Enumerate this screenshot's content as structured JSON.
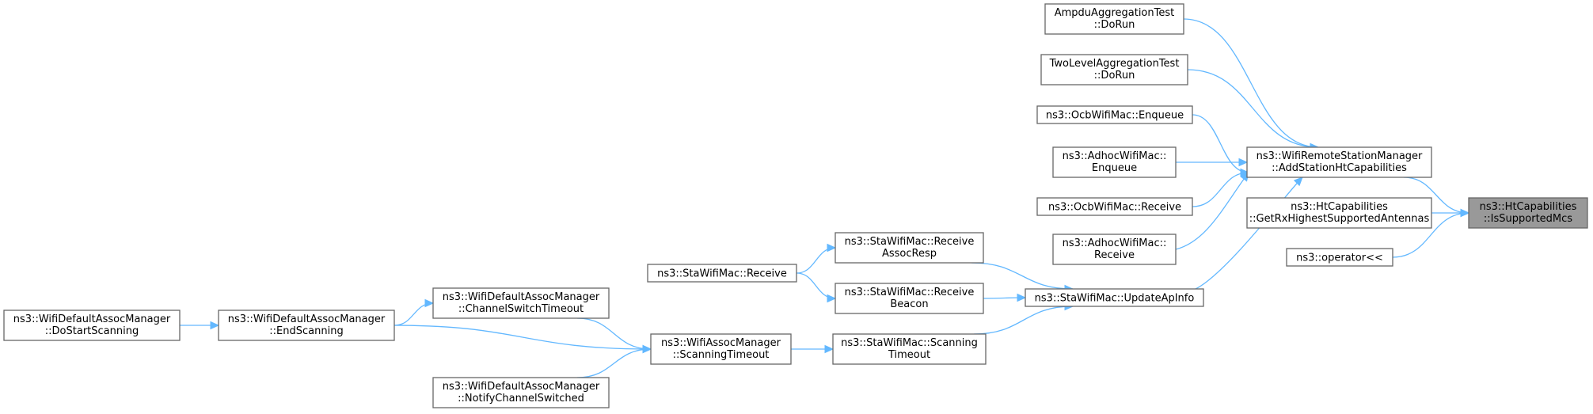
{
  "graph": {
    "nodes": [
      {
        "id": "n0",
        "name": "node-htcapabilities-issupportedmcs",
        "lines": [
          "ns3::HtCapabilities",
          "::IsSupportedMcs"
        ],
        "focus": true
      },
      {
        "id": "n1",
        "name": "node-wifiremotestationmanager-addstationhtcapabilities",
        "lines": [
          "ns3::WifiRemoteStationManager",
          "::AddStationHtCapabilities"
        ]
      },
      {
        "id": "n2",
        "name": "node-htcapabilities-getrxhighestsupportedantennas",
        "lines": [
          "ns3::HtCapabilities",
          "::GetRxHighestSupportedAntennas"
        ]
      },
      {
        "id": "n3",
        "name": "node-operator-shift",
        "lines": [
          "ns3::operator<<"
        ]
      },
      {
        "id": "n4",
        "name": "node-ampduaggregationtest-dorun",
        "lines": [
          "AmpduAggregationTest",
          "::DoRun"
        ]
      },
      {
        "id": "n5",
        "name": "node-twolevelaggregationtest-dorun",
        "lines": [
          "TwoLevelAggregationTest",
          "::DoRun"
        ]
      },
      {
        "id": "n6",
        "name": "node-ocbwifimac-enqueue",
        "lines": [
          "ns3::OcbWifiMac::Enqueue"
        ]
      },
      {
        "id": "n7",
        "name": "node-adhocwifimac-enqueue",
        "lines": [
          "ns3::AdhocWifiMac::",
          "Enqueue"
        ]
      },
      {
        "id": "n8",
        "name": "node-ocbwifimac-receive",
        "lines": [
          "ns3::OcbWifiMac::Receive"
        ]
      },
      {
        "id": "n9",
        "name": "node-adhocwifimac-receive",
        "lines": [
          "ns3::AdhocWifiMac::",
          "Receive"
        ]
      },
      {
        "id": "n10",
        "name": "node-stawifimac-updateapinfo",
        "lines": [
          "ns3::StaWifiMac::UpdateApInfo"
        ]
      },
      {
        "id": "n11",
        "name": "node-stawifimac-receiveassocresp",
        "lines": [
          "ns3::StaWifiMac::Receive",
          "AssocResp"
        ]
      },
      {
        "id": "n12",
        "name": "node-stawifimac-receivebeacon",
        "lines": [
          "ns3::StaWifiMac::Receive",
          "Beacon"
        ]
      },
      {
        "id": "n13",
        "name": "node-stawifimac-scanningtimeout",
        "lines": [
          "ns3::StaWifiMac::Scanning",
          "Timeout"
        ]
      },
      {
        "id": "n14",
        "name": "node-stawifimac-receive",
        "lines": [
          "ns3::StaWifiMac::Receive"
        ]
      },
      {
        "id": "n15",
        "name": "node-wifiassocmanager-scanningtimeout",
        "lines": [
          "ns3::WifiAssocManager",
          "::ScanningTimeout"
        ]
      },
      {
        "id": "n16",
        "name": "node-wifidefaultassocmanager-channelswitchtimeout",
        "lines": [
          "ns3::WifiDefaultAssocManager",
          "::ChannelSwitchTimeout"
        ]
      },
      {
        "id": "n17",
        "name": "node-wifidefaultassocmanager-endscanning",
        "lines": [
          "ns3::WifiDefaultAssocManager",
          "::EndScanning"
        ]
      },
      {
        "id": "n18",
        "name": "node-wifidefaultassocmanager-notifychannelswitched",
        "lines": [
          "ns3::WifiDefaultAssocManager",
          "::NotifyChannelSwitched"
        ]
      },
      {
        "id": "n19",
        "name": "node-wifidefaultassocmanager-dostartscanning",
        "lines": [
          "ns3::WifiDefaultAssocManager",
          "::DoStartScanning"
        ]
      }
    ],
    "edges": [
      {
        "from": "n1",
        "to": "n0"
      },
      {
        "from": "n2",
        "to": "n0"
      },
      {
        "from": "n3",
        "to": "n0"
      },
      {
        "from": "n4",
        "to": "n1"
      },
      {
        "from": "n5",
        "to": "n1"
      },
      {
        "from": "n6",
        "to": "n1"
      },
      {
        "from": "n7",
        "to": "n1"
      },
      {
        "from": "n8",
        "to": "n1"
      },
      {
        "from": "n9",
        "to": "n1"
      },
      {
        "from": "n10",
        "to": "n1"
      },
      {
        "from": "n11",
        "to": "n10"
      },
      {
        "from": "n12",
        "to": "n10"
      },
      {
        "from": "n13",
        "to": "n10"
      },
      {
        "from": "n14",
        "to": "n11"
      },
      {
        "from": "n14",
        "to": "n12"
      },
      {
        "from": "n15",
        "to": "n13"
      },
      {
        "from": "n16",
        "to": "n15"
      },
      {
        "from": "n17",
        "to": "n15"
      },
      {
        "from": "n18",
        "to": "n15"
      },
      {
        "from": "n17",
        "to": "n16"
      },
      {
        "from": "n19",
        "to": "n17"
      }
    ],
    "colors": {
      "edge": "#63b8ff",
      "border": "#666666",
      "focus_fill": "#999999"
    }
  }
}
